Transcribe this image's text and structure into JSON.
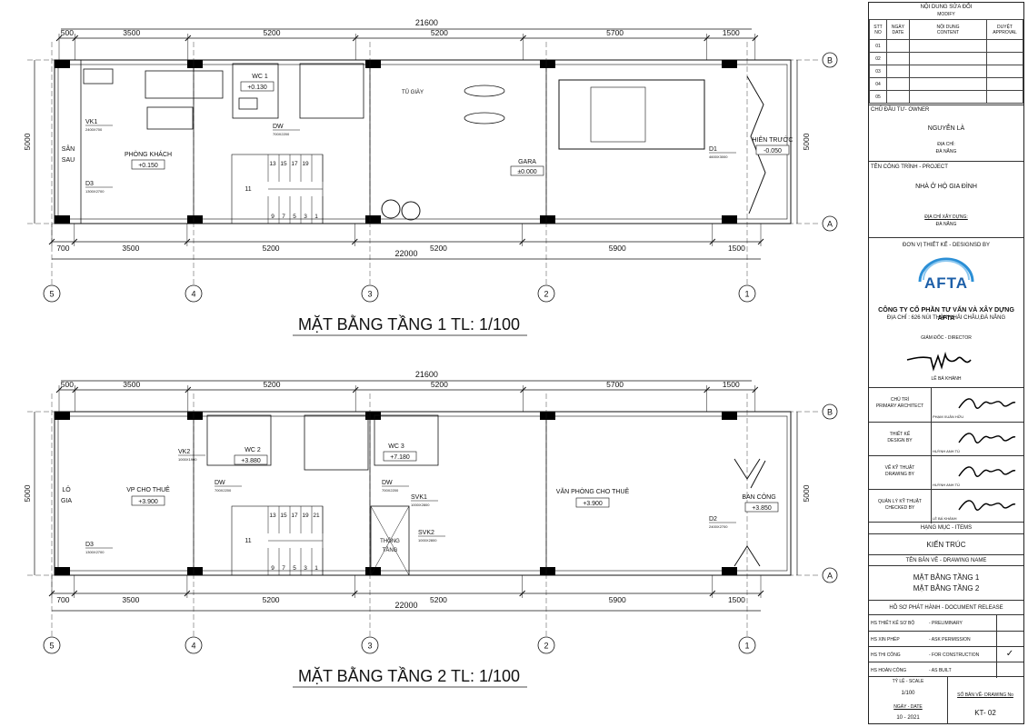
{
  "floor1": {
    "title": "MẶT BẰNG TẦNG 1 TL: 1/100",
    "top_total": "21600",
    "top_dims": [
      "500",
      "3500",
      "5200",
      "5200",
      "5700",
      "1500"
    ],
    "bottom_dims": [
      "700",
      "3500",
      "5200",
      "5200",
      "5900",
      "1500"
    ],
    "bottom_total": "22000",
    "side_dim": "5000",
    "rooms": {
      "wc1": "WC 1",
      "wc1_level": "+0.130",
      "dw": "DW",
      "dw_size": "700X2200",
      "tu_giay": "TỦ GIÀY",
      "vk1": "VK1",
      "vk1_size": "2400X700",
      "phong_khach": "PHÒNG KHÁCH",
      "phong_khach_level": "+0.150",
      "san_sau_1": "SÂN",
      "san_sau_2": "SAU",
      "d3": "D3",
      "d3_size": "1300X2700",
      "gara": "GARA",
      "gara_level": "±0.000",
      "d1": "D1",
      "d1_size": "4600X3000",
      "hien_truoc": "HIÊN TRƯỚC",
      "hien_truoc_level": "-0.050",
      "stair_top": [
        "13",
        "15",
        "17",
        "19"
      ],
      "stair_bottom": [
        "9",
        "7",
        "5",
        "3",
        "1"
      ],
      "stair_mid": "11"
    }
  },
  "floor2": {
    "title": "MẶT BẰNG TẦNG 2 TL: 1/100",
    "top_total": "21600",
    "top_dims": [
      "500",
      "3500",
      "5200",
      "5200",
      "5700",
      "1500"
    ],
    "bottom_dims": [
      "700",
      "3500",
      "5200",
      "5200",
      "5900",
      "1500"
    ],
    "bottom_total": "22000",
    "side_dim": "5000",
    "rooms": {
      "wc2": "WC 2",
      "wc2_level": "+3.880",
      "wc3": "WC 3",
      "wc3_level": "+7.180",
      "dw_a": "DW",
      "dw_a_size": "700X2200",
      "dw_b": "DW",
      "dw_b_size": "700X2200",
      "vk2": "VK2",
      "vk2_size": "1000X1900",
      "vp_cho_thue": "VP CHO THUÊ",
      "vp_cho_thue_level": "+3.900",
      "lo_gia_1": "LÔ",
      "lo_gia_2": "GIA",
      "d3": "D3",
      "d3_size": "1300X2700",
      "svk1": "SVK1",
      "svk1_size": "1000X2800",
      "svk2": "SVK2",
      "svk2_size": "1000X2800",
      "thong_tang_1": "THÔNG",
      "thong_tang_2": "TẦNG",
      "van_phong": "VĂN PHÒNG CHO THUÊ",
      "van_phong_level": "+3.900",
      "ban_cong": "BAN CÔNG",
      "ban_cong_level": "+3.850",
      "d2": "D2",
      "d2_size": "2400X2700",
      "stair_top": [
        "13",
        "15",
        "17",
        "19",
        "21"
      ],
      "stair_bottom": [
        "9",
        "7",
        "5",
        "3",
        "1"
      ],
      "stair_mid": "11"
    }
  },
  "axes": {
    "cols": [
      "5",
      "4",
      "3",
      "2",
      "1"
    ],
    "rows": [
      "B",
      "A"
    ]
  },
  "titleblock": {
    "revision_title": "NỘI DUNG SỬA ĐỔI",
    "revision_sub": "MODIFY",
    "rev_headers": [
      [
        "STT",
        "NO"
      ],
      [
        "NGÀY",
        "DATE"
      ],
      [
        "NỘI DUNG",
        "CONTENT"
      ],
      [
        "DUYỆT",
        "APPROVAL"
      ]
    ],
    "rev_rows": [
      "01",
      "02",
      "03",
      "04",
      "05"
    ],
    "owner_label": "CHỦ ĐẦU TƯ- OWNER",
    "owner_name": "NGUYỄN LÀ",
    "owner_addr1": "ĐỊA CHỈ:",
    "owner_addr2": "ĐÀ NẴNG",
    "project_label": "TÊN CÔNG TRÌNH - PROJECT",
    "project_name": "NHÀ Ở HỘ GIA ĐÌNH",
    "site_label": "ĐỊA CHỈ XÂY DỰNG:",
    "site_city": "ĐÀ NẴNG",
    "designer_label": "ĐƠN VỊ THIẾT KẾ - DESIGNSD BY",
    "logo_text": "AFTA",
    "company": "CÔNG TY CỔ PHẦN TƯ VẤN VÀ XÂY DỰNG AFTA",
    "company_addr": "ĐỊA CHỈ : 626 NÚI THÀNH,HẢI CHÂU,ĐÀ NẴNG",
    "director_label": "GIÁM ĐỐC - DIRECTOR",
    "director_name": "LÊ BÁ KHÁNH",
    "roles": [
      {
        "role1": "CHỦ TRÌ",
        "role2": "PRIMARY ARCHITECT",
        "name": "PHẠM XUÂN HỮU"
      },
      {
        "role1": "THIẾT KẾ",
        "role2": "DESIGN BY",
        "name": "HUỲNH ANH TÚ"
      },
      {
        "role1": "VẼ KỸ THUẬT",
        "role2": "DRAWING BY",
        "name": "HUỲNH ANH TÚ"
      },
      {
        "role1": "QUẢN LÝ KỸ THUẬT",
        "role2": "CHECKED BY",
        "name": "LÊ BÁ KHÁNH"
      }
    ],
    "items_label": "HẠNG MỤC - ITEMS",
    "items_value": "KIẾN TRÚC",
    "drawing_name_label": "TÊN BẢN VẼ - DRAWING NAME",
    "drawing_name_1": "MẶT BẰNG TẦNG 1",
    "drawing_name_2": "MẶT BẰNG TẦNG 2",
    "release_label": "HỒ SƠ PHÁT HÀNH - DOCUMENT RELEASE",
    "release_rows": [
      {
        "vn": "HS THIẾT KẾ SƠ BỘ",
        "en": "- PRELIMINARY",
        "check": ""
      },
      {
        "vn": "HS XIN PHÉP",
        "en": "- ASK PERMISSION",
        "check": ""
      },
      {
        "vn": "HS THI CÔNG",
        "en": "- FOR CONSTRUCTION",
        "check": "✓"
      },
      {
        "vn": "HS HOÀN CÔNG",
        "en": "- AS BUILT",
        "check": ""
      }
    ],
    "scale_label": "TỶ LỆ - SCALE",
    "scale_value": "1/100",
    "date_label": "NGÀY - DATE",
    "date_value": "10 - 2021",
    "drawing_no_label": "SỐ BẢN VẼ- DRAWING No",
    "drawing_no": "KT- 02"
  }
}
